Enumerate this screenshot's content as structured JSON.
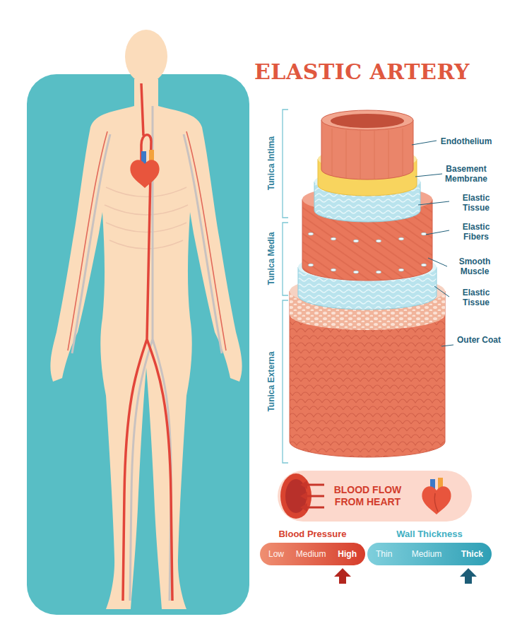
{
  "diagram": {
    "title": "ELASTIC ARTERY",
    "nodes": [
      {
        "text": [
          "BLOOD FLOW FROM HEART"
        ]
      },
      {
        "text": [
          "Blood Pressure",
          "Low",
          "Medium",
          "High"
        ]
      },
      {
        "text": [
          "Wall Thickness",
          "Thin",
          "Medium",
          "Thick"
        ]
      }
    ],
    "labels": [
      "Tunica Intima",
      "Tunica Media",
      "Tunica Externa",
      "Endothelium",
      "Basement Membrane",
      "Elastic Tissue",
      "Elastic Fibers",
      "Smooth Muscle",
      "Elastic Tissue",
      "Outer Coat"
    ]
  }
}
